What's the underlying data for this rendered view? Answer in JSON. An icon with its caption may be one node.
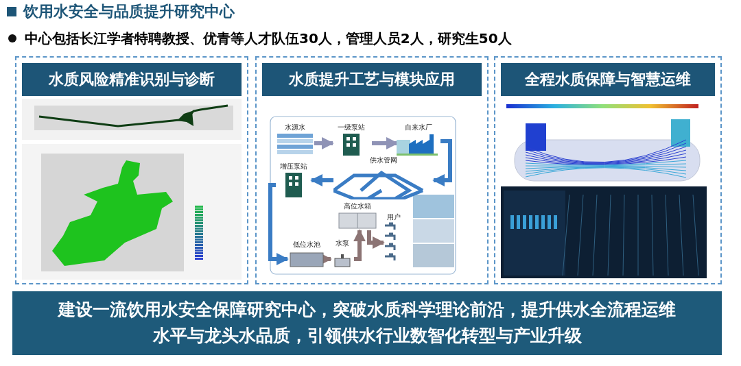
{
  "diagram": {
    "title": "饮用水安全与品质提升研究中心",
    "nodes": [
      {
        "text": [
          "水质风险精准识别与诊断"
        ]
      },
      {
        "text": [
          "水质提升工艺与模块应用"
        ]
      },
      {
        "text": [
          "水源水"
        ],
        "in": 1
      },
      {
        "text": [
          "一级泵站"
        ],
        "in": 1
      },
      {
        "text": [
          "自来水厂"
        ],
        "in": 1
      },
      {
        "text": [
          "供水管网"
        ],
        "in": 1
      },
      {
        "text": [
          "增压泵站"
        ],
        "in": 1
      },
      {
        "text": [
          "低位水池"
        ],
        "in": 1
      },
      {
        "text": [
          "水泵"
        ],
        "in": 1
      },
      {
        "text": [
          "高位水箱"
        ],
        "in": 1
      },
      {
        "text": [
          "用户"
        ],
        "in": 1
      },
      {
        "text": [
          "全程水质保障与智慧运维"
        ]
      },
      {
        "text": [
          "建设一流饮用水安全保障研究中心，突破水质科学理论前沿，提升供水全流程运维水平与龙头水品质，引领供水行业数智化转型与产业升级"
        ]
      }
    ],
    "edges": [
      {
        "from": 2,
        "to": 3,
        "arrow": "to",
        "color": "#8f93b6"
      },
      {
        "from": 3,
        "to": 4,
        "arrow": "to",
        "color": "#8f93b6"
      },
      {
        "from": 4,
        "to": 5,
        "arrow": "to"
      },
      {
        "from": 5,
        "to": 6,
        "arrow": "to"
      },
      {
        "from": 6,
        "to": 7,
        "arrow": "to"
      },
      {
        "from": 7,
        "to": 8,
        "arrow": "to",
        "color": "#8c7474"
      },
      {
        "from": 8,
        "to": 9,
        "arrow": "to",
        "color": "#8c7474"
      },
      {
        "from": 9,
        "to": 10,
        "arrow": "to",
        "color": "#8c7474"
      }
    ],
    "labels": [
      "中心包括长江学者特聘教授、优青等人才队伍30人，管理人员2人，研究生50人"
    ]
  }
}
